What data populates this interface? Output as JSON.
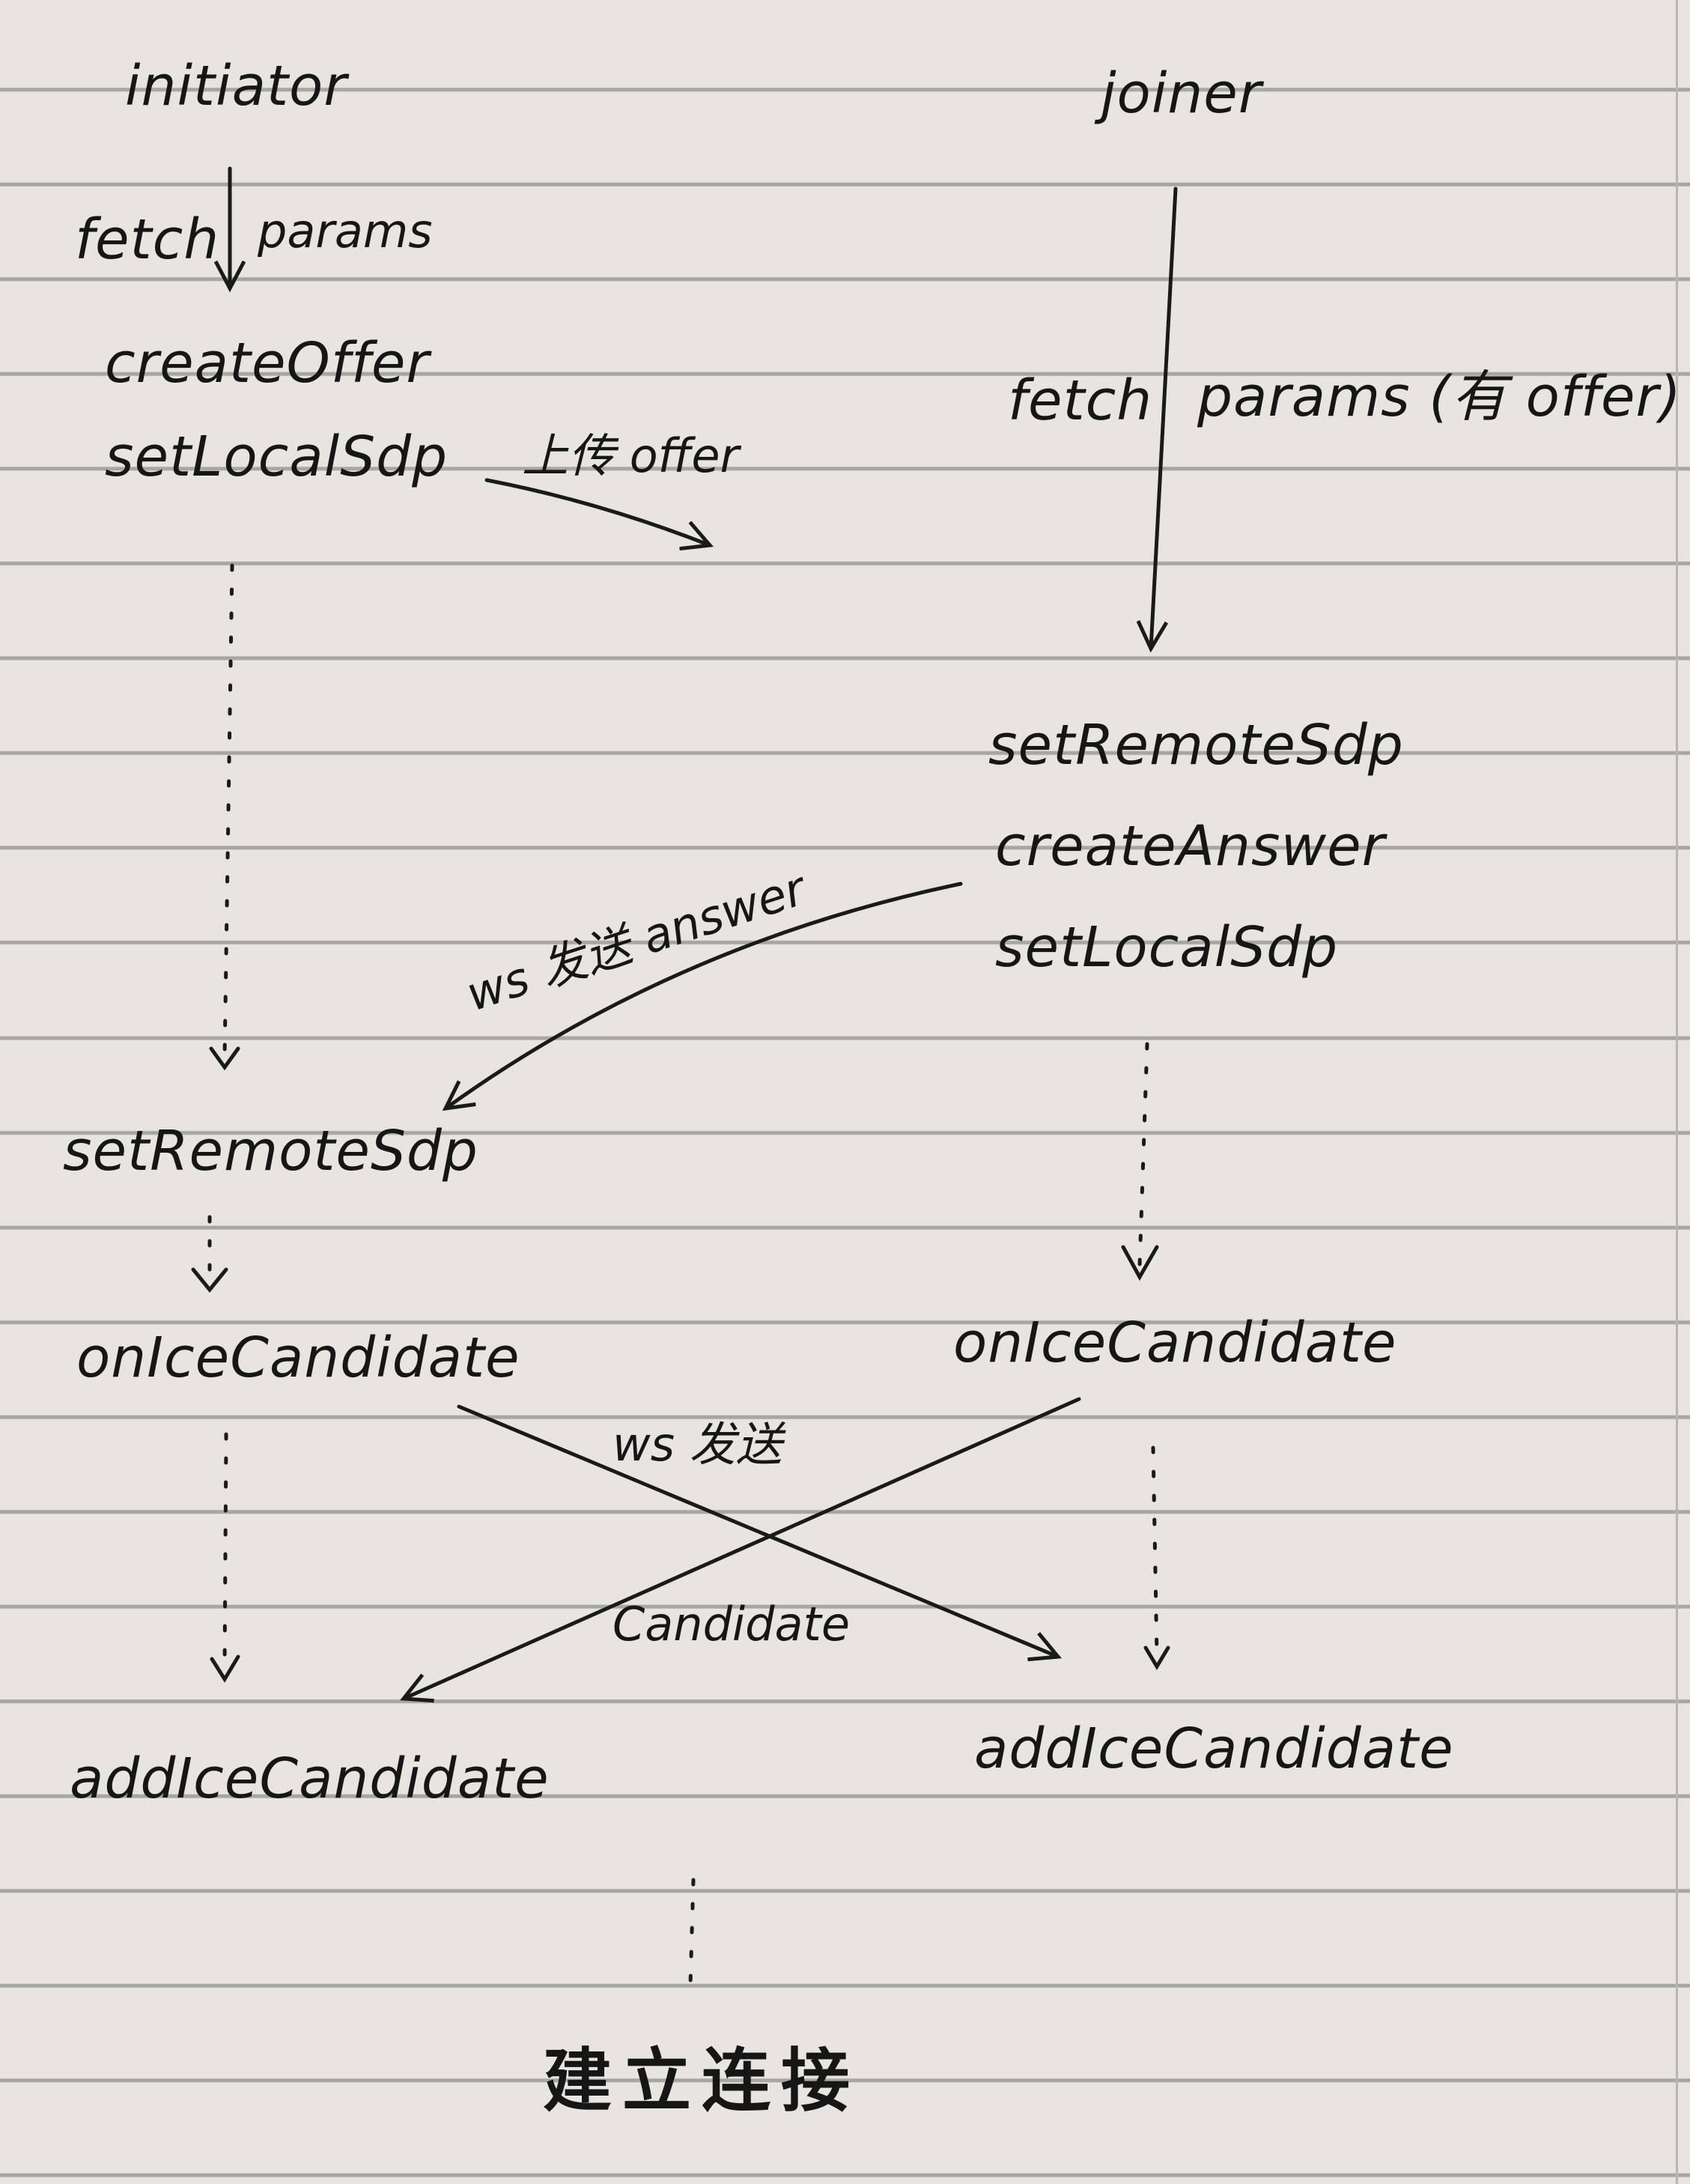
{
  "initiator": {
    "title": "initiator",
    "fetch": "fetch",
    "params": "params",
    "steps": [
      "createOffer",
      "setLocalSdp",
      "setRemoteSdp",
      "onIceCandidate",
      "addIceCandidate"
    ]
  },
  "joiner": {
    "title": "joiner",
    "fetch": "fetch",
    "params": "params (有 offer)",
    "steps": [
      "setRemoteSdp",
      "createAnswer",
      "setLocalSdp",
      "onIceCandidate",
      "addIceCandidate"
    ]
  },
  "messages": {
    "upload_offer": "上传 offer",
    "ws_send_answer": "ws 发送 answer",
    "ws_send": "ws 发送",
    "candidate": "Candidate"
  },
  "result": "建立连接",
  "colors": {
    "paper": "#e8e5e0",
    "ink": "#1a1a1a",
    "rule": "#a8a6a2"
  }
}
